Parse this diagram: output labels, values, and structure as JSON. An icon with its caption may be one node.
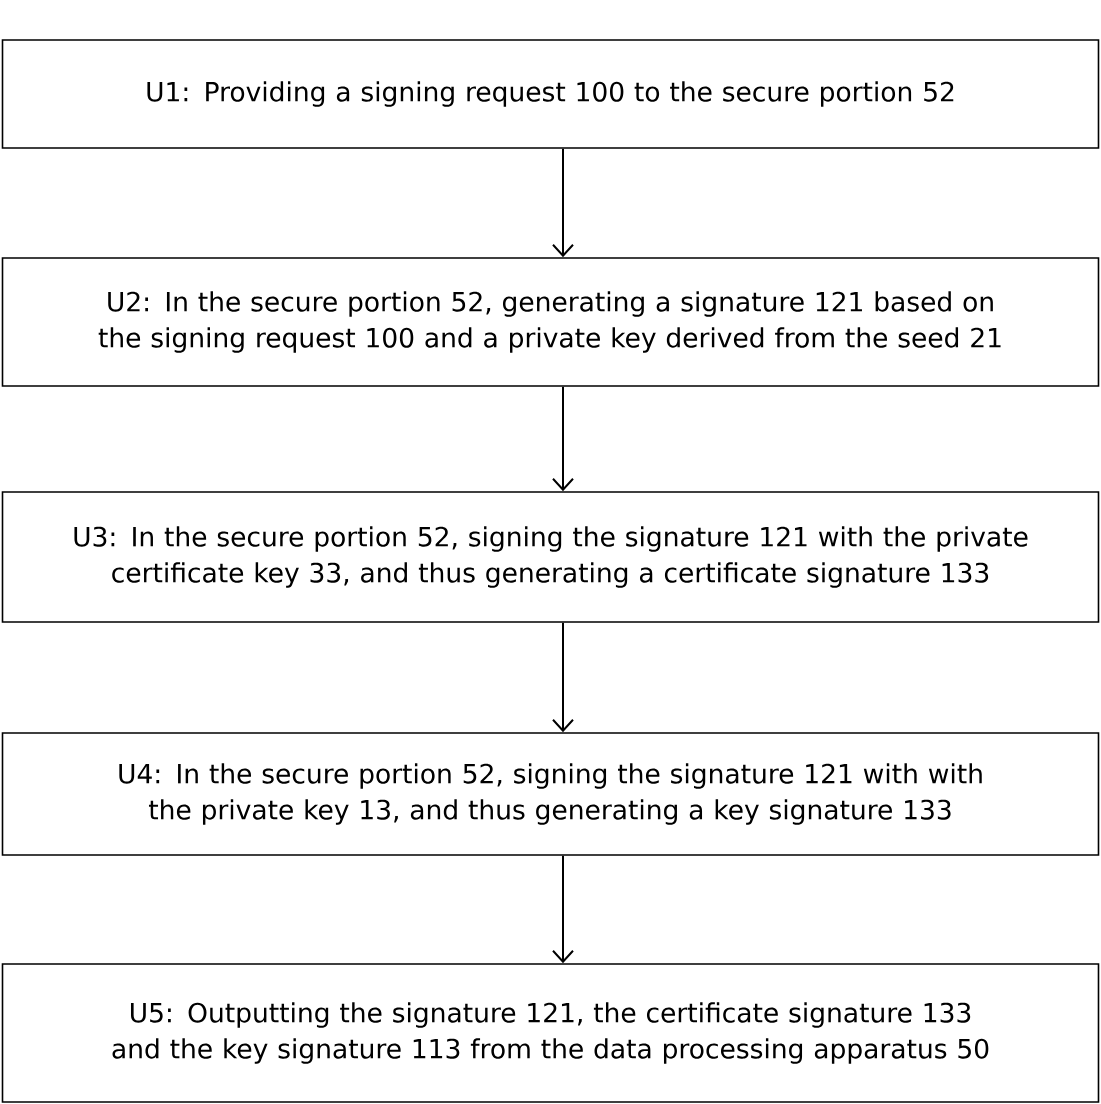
{
  "diagram": {
    "nodes": [
      {
        "text": [
          "U1: Providing a signing request 100 to the secure portion 52"
        ]
      },
      {
        "text": [
          "U2: In the secure portion 52, generating a signature 121 based on the signing request 100 and a private key derived from the seed 21"
        ]
      },
      {
        "text": [
          "U3: In the secure portion 52, signing the signature 121 with the private certificate key 33, and thus generating a certificate signature 133"
        ]
      },
      {
        "text": [
          "U4: In the secure portion 52, signing the signature 121 with with the private key 13, and thus generating a key signature 133"
        ]
      },
      {
        "text": [
          "U5: Outputting the signature 121, the certificate signature 133 and the key signature 113 from the data processing apparatus 50"
        ]
      }
    ],
    "edges": [
      {
        "from": 0,
        "to": 1,
        "arrow": "to"
      },
      {
        "from": 1,
        "to": 2,
        "arrow": "to"
      },
      {
        "from": 2,
        "to": 3,
        "arrow": "to"
      },
      {
        "from": 3,
        "to": 4,
        "arrow": "to"
      }
    ]
  }
}
